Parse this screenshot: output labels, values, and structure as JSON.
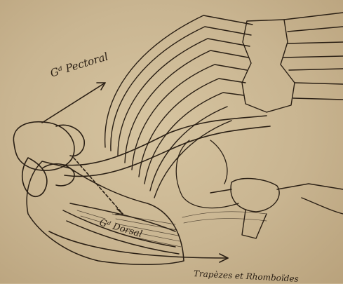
{
  "figure": {
    "labels": {
      "pectoral": "Gᵈ Pectoral",
      "dorsal": "Gᵈ Dorsal",
      "trapezes": "Trapèzes et Rhomboïdes"
    },
    "colors": {
      "paper": "#c9b591",
      "ink": "#2a1f14"
    }
  }
}
